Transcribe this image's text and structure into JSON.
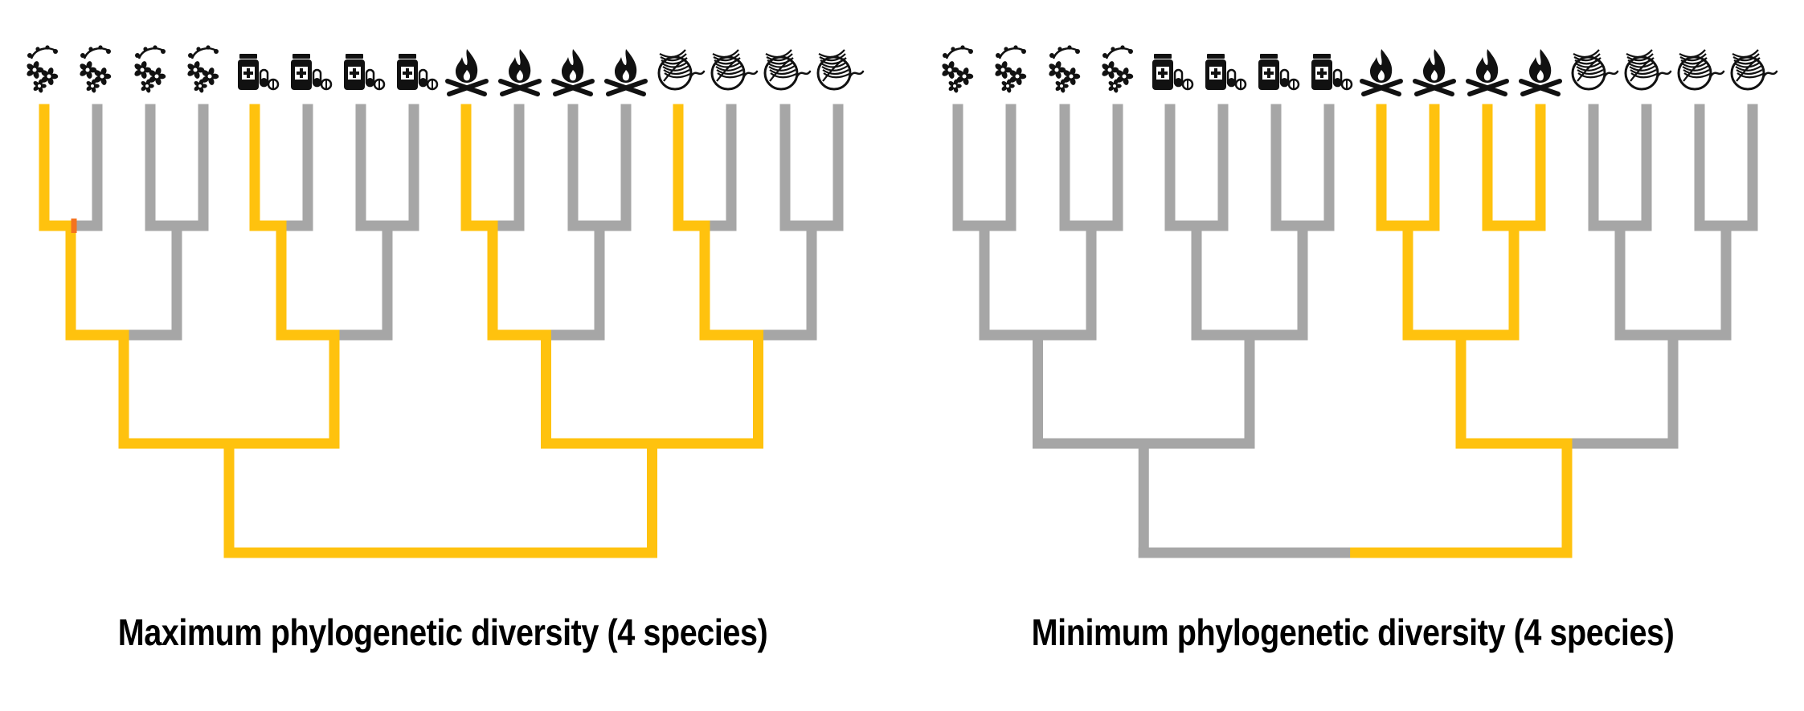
{
  "colors": {
    "selected": "#FFC20E",
    "unselected": "#A6A6A6",
    "marker": "#F4731F",
    "icon": "#111111"
  },
  "panels": [
    {
      "id": "max",
      "caption": "Maximum phylogenetic diversity (4 species)",
      "tips": [
        "orchid-icon",
        "orchid-icon",
        "orchid-icon",
        "orchid-icon",
        "medicine-icon",
        "medicine-icon",
        "medicine-icon",
        "medicine-icon",
        "campfire-icon",
        "campfire-icon",
        "campfire-icon",
        "campfire-icon",
        "yarn-icon",
        "yarn-icon",
        "yarn-icon",
        "yarn-icon"
      ],
      "selected_tips": [
        0,
        4,
        8,
        12
      ]
    },
    {
      "id": "min",
      "caption": "Minimum phylogenetic diversity (4 species)",
      "tips": [
        "orchid-icon",
        "orchid-icon",
        "orchid-icon",
        "orchid-icon",
        "medicine-icon",
        "medicine-icon",
        "medicine-icon",
        "medicine-icon",
        "campfire-icon",
        "campfire-icon",
        "campfire-icon",
        "campfire-icon",
        "yarn-icon",
        "yarn-icon",
        "yarn-icon",
        "yarn-icon"
      ],
      "selected_tips": [
        8,
        9,
        10,
        11
      ]
    }
  ]
}
